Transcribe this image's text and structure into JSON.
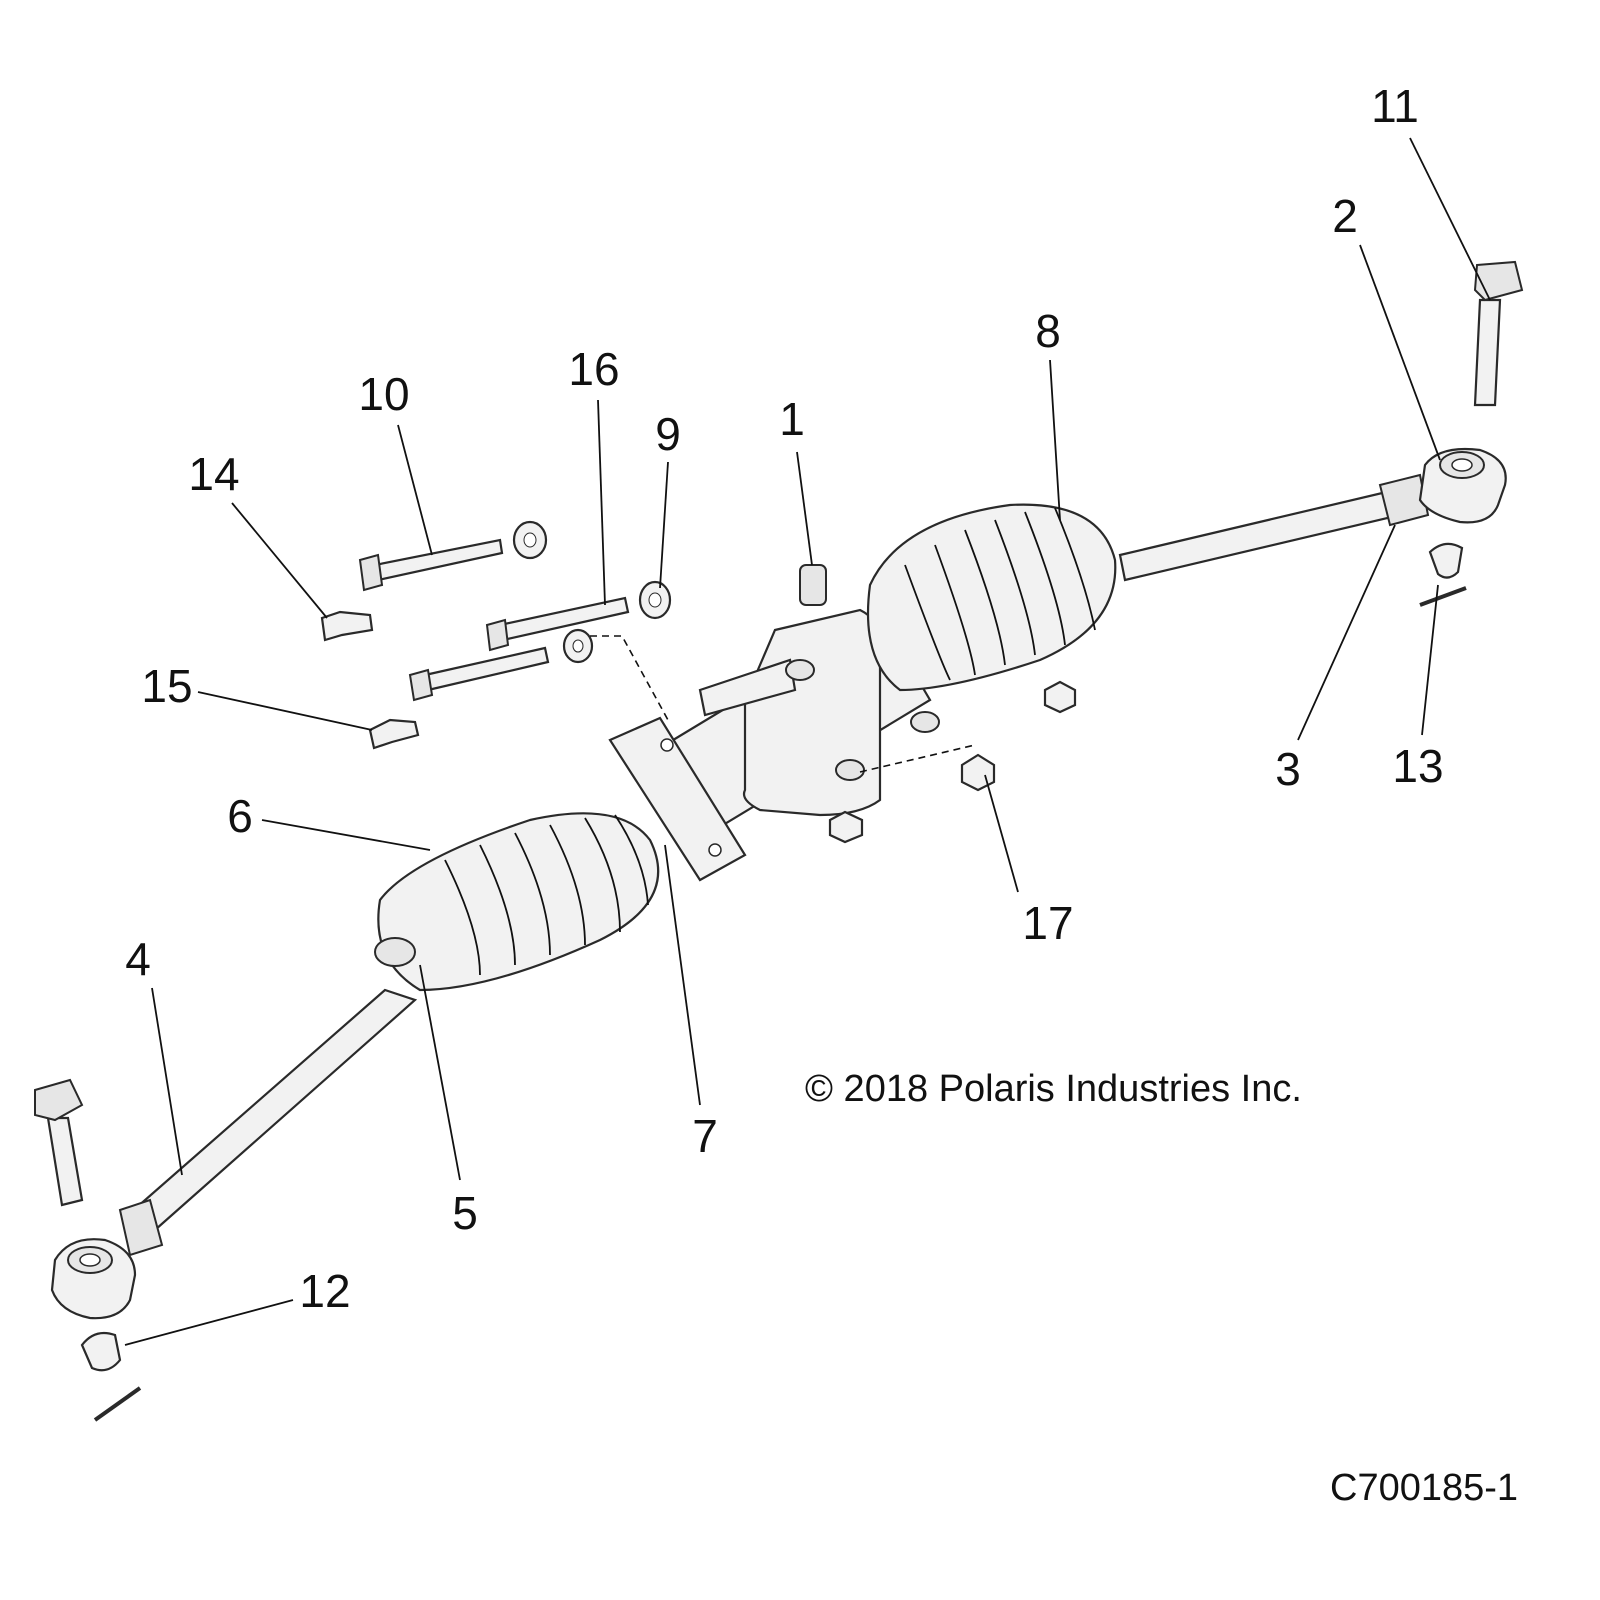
{
  "callouts": {
    "c1": "1",
    "c2": "2",
    "c3": "3",
    "c4": "4",
    "c5": "5",
    "c6": "6",
    "c7": "7",
    "c8": "8",
    "c9": "9",
    "c10": "10",
    "c11": "11",
    "c12": "12",
    "c13": "13",
    "c14": "14",
    "c15": "15",
    "c16": "16",
    "c17": "17"
  },
  "copyright": "© 2018 Polaris Industries Inc.",
  "diagram_id": "C700185-1"
}
